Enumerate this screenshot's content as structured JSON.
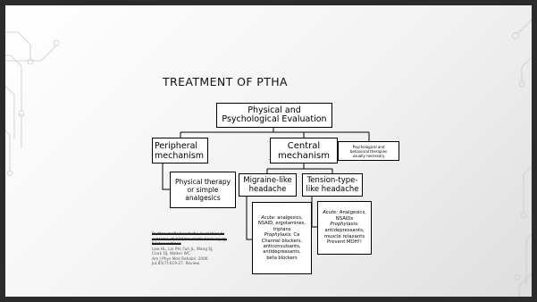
{
  "slide": {
    "title": "TREATMENT OF PTHA"
  },
  "diagram": {
    "top": {
      "line1": "Physical and",
      "line2": "Psychological Evaluation"
    },
    "peripheral": {
      "line1": "Peripheral",
      "line2": "mechanism"
    },
    "central": {
      "line1": "Central",
      "line2": "mechanism"
    },
    "psych_therapy": {
      "line1": "Psychological and",
      "line2": "behavioral therapies",
      "line3": "usually necessary"
    },
    "physical_therapy": {
      "line1": "Physical therapy",
      "line2": "or simple",
      "line3": "analgesics"
    },
    "migraine": {
      "line1": "Migraine-like",
      "line2": "headache"
    },
    "tension": {
      "line1": "Tension-type-",
      "line2": "like headache"
    },
    "migraine_detail": {
      "acute_label": "Acute:",
      "acute_text": " analgesics,",
      "acute_cont1": "NSAID, ergotamines,",
      "acute_cont2": "triptans",
      "prophylaxis_label": "Prophylaxis:",
      "prophylaxis_text": " Ca",
      "prophylaxis_cont1": "Channel blockers,",
      "prophylaxis_cont2": "anticonvulsants,",
      "prophylaxis_cont3": "antidepressants,",
      "prophylaxis_cont4": "beta blockers"
    },
    "tension_detail": {
      "acute_label": "Acute:",
      "acute_text": "  Analgesics,",
      "acute_cont1": "NSAIDs",
      "prophylaxis_label": "Prophylaxis:",
      "prophylaxis_cont1": "antidepressants,",
      "prophylaxis_cont2": "muscle relaxants",
      "prevent": "Prevent MOH!!"
    }
  },
  "reference": {
    "struck_line1": "Posttraumatic headache in relation to",
    "struck_line2": "outcome of mild traumatic brain injury.",
    "struck_line3": "8 Interventions",
    "line1": "Lew HL, Lin PH, Fuh JL, Wang SJ,",
    "line2": "Clark DJ, Walker WC",
    "line3": "Am J Phys Med Rehabil. 2006",
    "line4": "Jul;85(7):619-27. Review."
  }
}
